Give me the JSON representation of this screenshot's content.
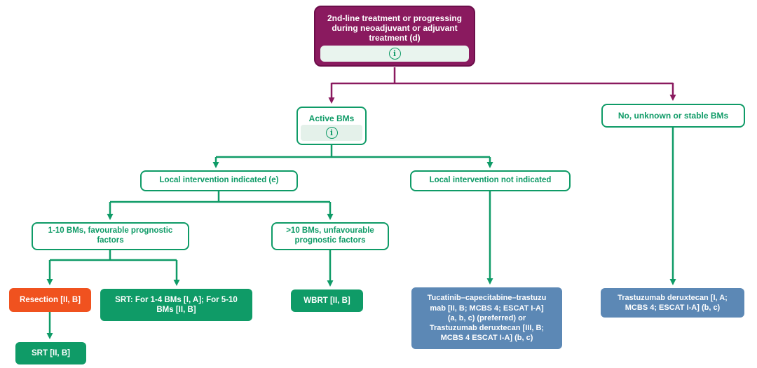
{
  "figure": {
    "description_label": "Treatment algorithm flowchart"
  },
  "colors": {
    "purple": "#8A1A5F",
    "purple_border": "#6C0E4A",
    "green": "#0F9B67",
    "mint": "#E4F1EA",
    "orange": "#F0521F",
    "blue": "#5C88B5",
    "white_text": "#FFFFFF"
  },
  "icons": {
    "info_glyph": "i"
  },
  "nodes": {
    "root": {
      "label": "2nd-line treatment or progressing\nduring neoadjuvant or adjuvant\ntreatment (d)"
    },
    "active_bms": {
      "label": "Active BMs"
    },
    "stable_bms": {
      "label": "No, unknown  or stable BMs"
    },
    "local_indicated": {
      "label": "Local intervention indicated (e)"
    },
    "local_not_indicated": {
      "label": "Local intervention not indicated"
    },
    "bms_1_10": {
      "label": "1-10 BMs, favourable prognostic\nfactors"
    },
    "bms_gt_10": {
      "label": ">10 BMs, unfavourable\nprognostic factors"
    },
    "resection": {
      "label": "Resection [II, B]"
    },
    "srt_1_4": {
      "label": "SRT: For 1-4 BMs [I, A]; For 5-10\nBMs [II, B]"
    },
    "wbrt": {
      "label": "WBRT [II, B]"
    },
    "srt_iib": {
      "label": "SRT [II, B]"
    },
    "tucatinib": {
      "label": "Tucatinib–capecitabine–trastuzu\nmab [II, B; MCBS 4; ESCAT I-A]\n(a, b, c) (preferred) or\nTrastuzumab deruxtecan [III, B;\nMCBS 4 ESCAT I-A] (b, c)"
    },
    "t_dxd": {
      "label": "Trastuzumab deruxtecan [I, A;\nMCBS 4; ESCAT I-A] (b, c)"
    }
  }
}
